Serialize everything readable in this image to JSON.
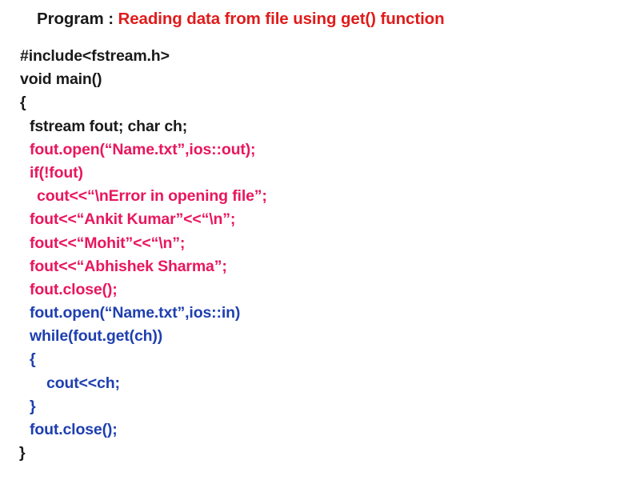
{
  "slide": {
    "background_color": "#ffffff",
    "title": {
      "label": "Program : ",
      "topic": "Reading data from file using get() function",
      "label_color": "#1a1a1a",
      "topic_color": "#e01b1b"
    },
    "colors": {
      "black": "#1a1a1a",
      "pink": "#e8175d",
      "blue": "#1f3fb0"
    },
    "code": {
      "language": "C++",
      "lines": [
        {
          "n": 1,
          "text": "#include<fstream.h>",
          "color": "black",
          "indent": 0
        },
        {
          "n": 2,
          "text": "void main()",
          "color": "black",
          "indent": 0
        },
        {
          "n": 3,
          "text": "{",
          "color": "black",
          "indent": 0
        },
        {
          "n": 4,
          "text": "fstream fout; char ch;",
          "color": "black",
          "indent": 1
        },
        {
          "n": 5,
          "text": "fout.open(“Name.txt”,ios::out);",
          "color": "pink",
          "indent": 1
        },
        {
          "n": 6,
          "text": "if(!fout)",
          "color": "pink",
          "indent": 1
        },
        {
          "n": 7,
          "text": "cout<<“\\nError in opening file”;",
          "color": "pink",
          "indent": 2
        },
        {
          "n": 8,
          "text": "fout<<“Ankit Kumar”<<“\\n”;",
          "color": "pink",
          "indent": 1
        },
        {
          "n": 9,
          "text": "fout<<“Mohit”<<“\\n”;",
          "color": "pink",
          "indent": 1
        },
        {
          "n": 10,
          "text": "fout<<“Abhishek Sharma”;",
          "color": "pink",
          "indent": 1
        },
        {
          "n": 11,
          "text": "fout.close();",
          "color": "pink",
          "indent": 1
        },
        {
          "n": 12,
          "text": "fout.open(“Name.txt”,ios::in)",
          "color": "blue",
          "indent": 1
        },
        {
          "n": 13,
          "text": "while(fout.get(ch))",
          "color": "blue",
          "indent": 1
        },
        {
          "n": 14,
          "text": "{",
          "color": "blue",
          "indent": 1
        },
        {
          "n": 15,
          "text": "cout<<ch;",
          "color": "blue",
          "indent": 3
        },
        {
          "n": 16,
          "text": "}",
          "color": "blue",
          "indent": 1
        },
        {
          "n": 17,
          "text": "fout.close();",
          "color": "blue",
          "indent": 1
        },
        {
          "n": 18,
          "text": "}",
          "color": "black",
          "indent": 0
        }
      ]
    }
  }
}
